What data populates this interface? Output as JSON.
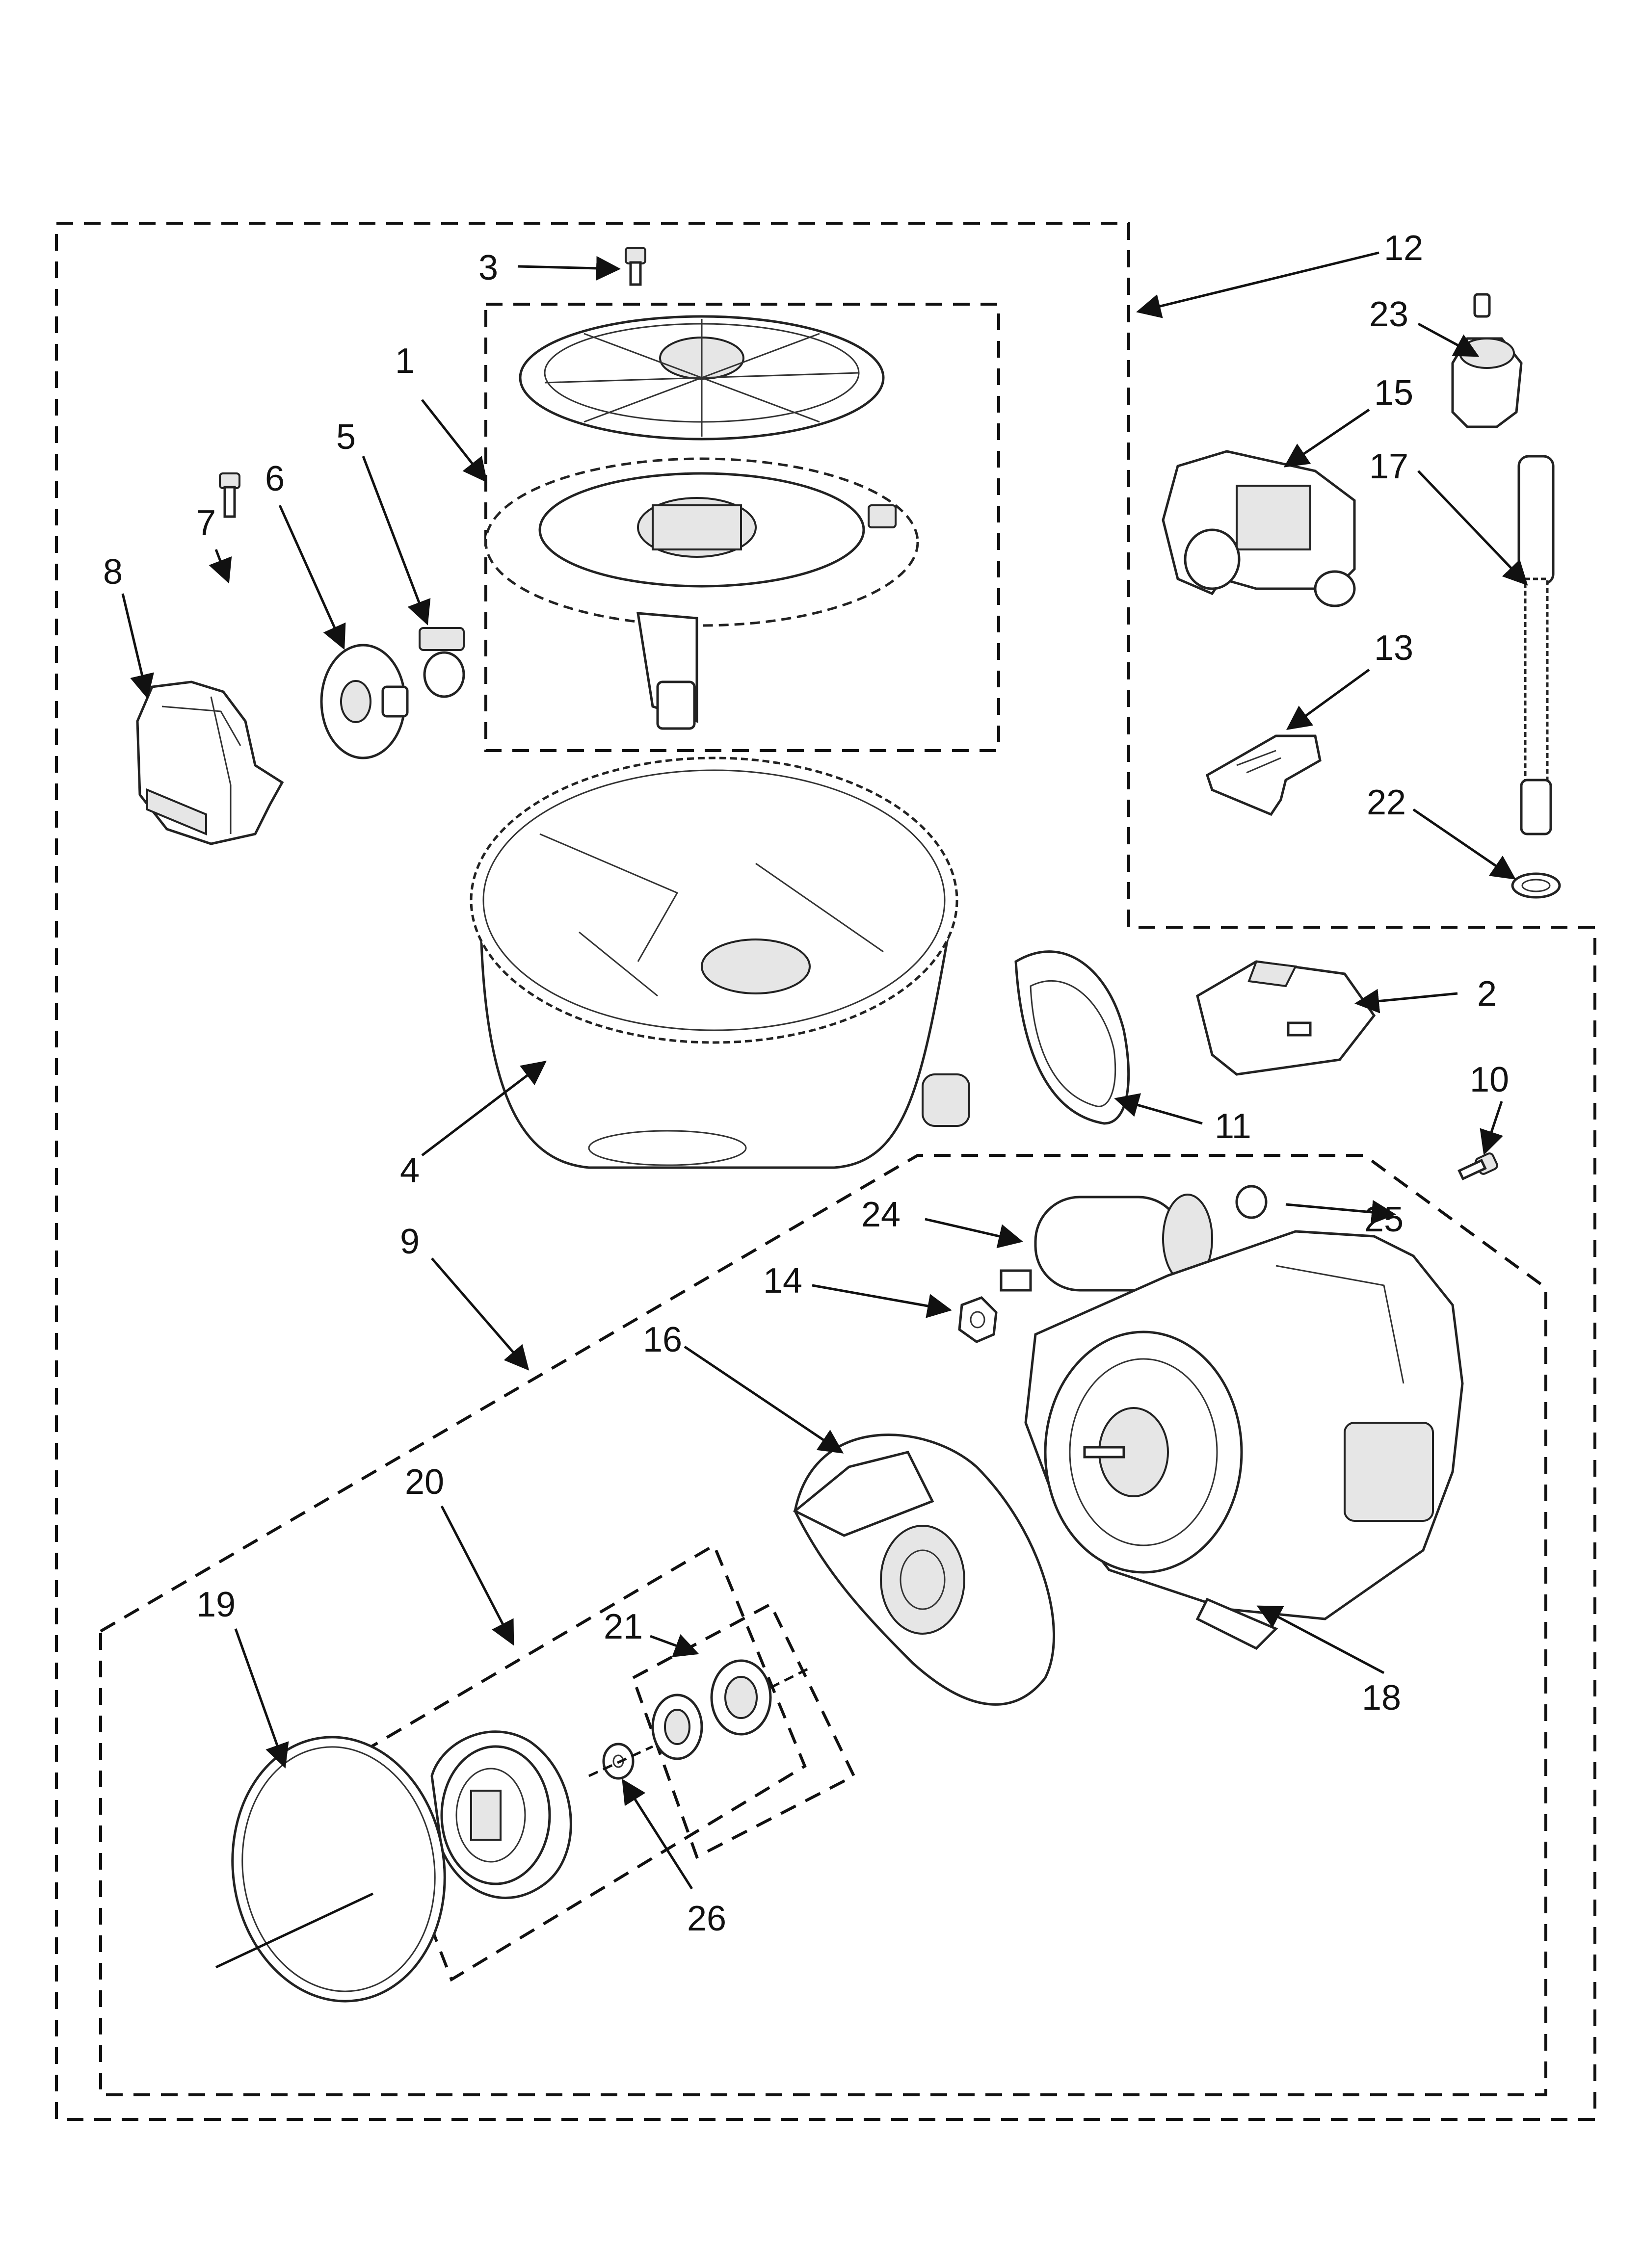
{
  "diagram": {
    "callouts": [
      "1",
      "2",
      "3",
      "4",
      "5",
      "6",
      "7",
      "8",
      "9",
      "10",
      "11",
      "12",
      "13",
      "14",
      "15",
      "16",
      "17",
      "18",
      "19",
      "20",
      "21",
      "22",
      "23",
      "24",
      "25",
      "26"
    ]
  }
}
